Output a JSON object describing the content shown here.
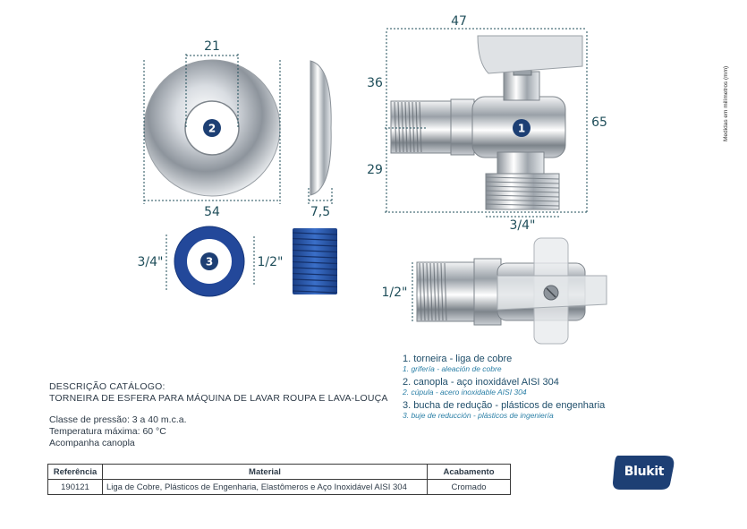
{
  "dimensions": {
    "escutcheon_inner": "21",
    "escutcheon_outer": "54",
    "escutcheon_thickness": "7,5",
    "valve_width": "47",
    "valve_height_top": "36",
    "valve_height_bottom": "29",
    "valve_total_height": "65",
    "valve_outlet_thread": "3/4\"",
    "bushing_outer_thread": "3/4\"",
    "bushing_inner_thread": "1/2\"",
    "bottom_view_thread": "1/2\""
  },
  "badges": {
    "valve": "1",
    "escutcheon": "2",
    "bushing": "3"
  },
  "side_note": "Medidas em milímetros (mm)",
  "catalog": {
    "heading": "DESCRIÇÃO CATÁLOGO:",
    "description": "TORNEIRA DE ESFERA PARA MÁQUINA DE LAVAR ROUPA E LAVA-LOUÇA",
    "specs": [
      "Classe de pressão: 3 a 40 m.c.a.",
      "Temperatura máxima: 60 °C",
      "Acompanha canopla"
    ]
  },
  "legend": [
    {
      "main": "1. torneira - liga de cobre",
      "sub": "1. grifería - aleación de cobre"
    },
    {
      "main": "2. canopla - aço inoxidável AISI 304",
      "sub": "2. cúpula - acero inoxidable AISI 304"
    },
    {
      "main": "3. bucha de redução - plásticos de engenharia",
      "sub": "3. buje de reducción - plásticos de ingeniería"
    }
  ],
  "table": {
    "headers": [
      "Referência",
      "Material",
      "Acabamento"
    ],
    "row": [
      "190121",
      "Liga de Cobre, Plásticos de Engenharia, Elastômeros e Aço Inoxidável AISI 304",
      "Cromado"
    ]
  },
  "logo": {
    "text": "Blukit",
    "color": "#1d3f74"
  },
  "colors": {
    "dimension": "#1f4e5a",
    "badge": "#1d3f74",
    "bushing": "#2a5db0",
    "chrome": "#bfc5cc"
  }
}
